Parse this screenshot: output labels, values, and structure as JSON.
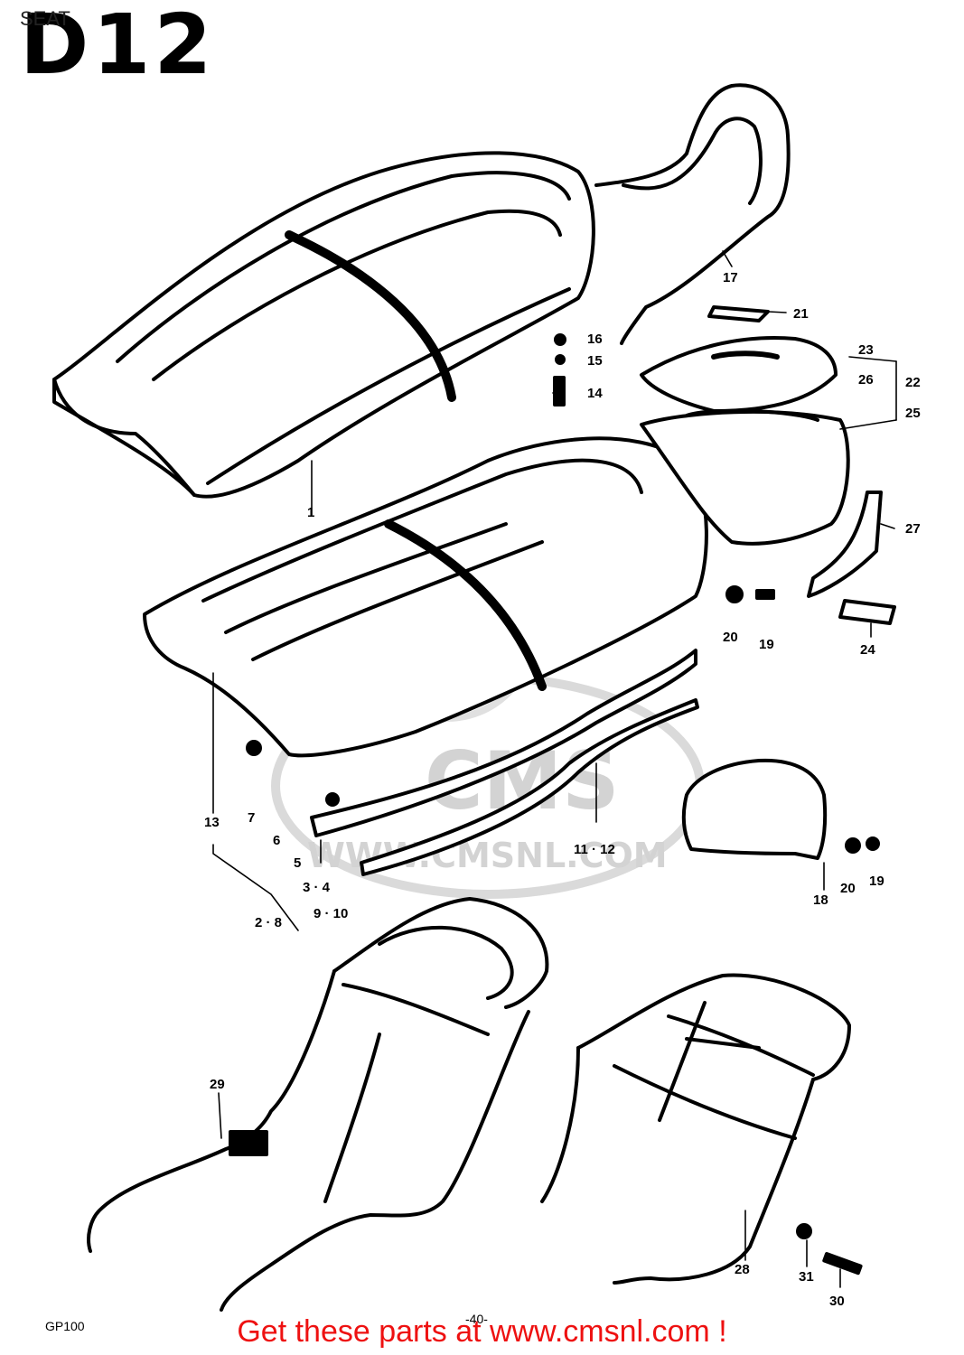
{
  "header": {
    "title": "SEAT",
    "code": "D12"
  },
  "footer": {
    "link_text": "Get these parts at www.cmsnl.com !",
    "link_color": "#ee1111"
  },
  "corner": {
    "model": "GP100",
    "page": "-40-"
  },
  "watermark": {
    "brand": "CMS",
    "url": "WWW.CMSNL.COM"
  },
  "callouts": [
    "1",
    "2 · 8",
    "3 · 4",
    "5",
    "6",
    "7",
    "9 · 10",
    "11 · 12",
    "13",
    "14",
    "15",
    "16",
    "17",
    "18",
    "19",
    "20",
    "19",
    "20",
    "21",
    "22",
    "25",
    "23",
    "26",
    "24",
    "27",
    "28",
    "29",
    "30",
    "31"
  ]
}
